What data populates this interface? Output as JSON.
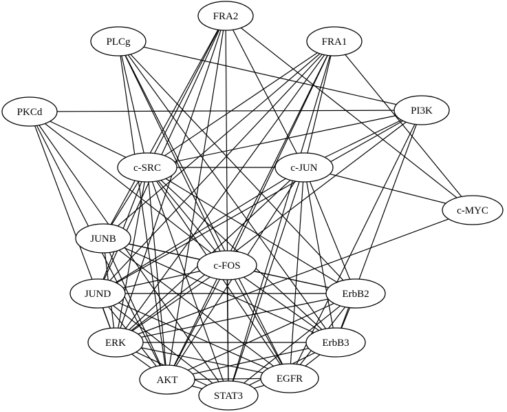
{
  "nodes": [
    {
      "id": "FRA2",
      "label": "FRA2"
    },
    {
      "id": "PLCg",
      "label": "PLCg"
    },
    {
      "id": "FRA1",
      "label": "FRA1"
    },
    {
      "id": "PKCd",
      "label": "PKCd"
    },
    {
      "id": "PI3K",
      "label": "PI3K"
    },
    {
      "id": "c-SRC",
      "label": "c-SRC"
    },
    {
      "id": "c-JUN",
      "label": "c-JUN"
    },
    {
      "id": "c-MYC",
      "label": "c-MYC"
    },
    {
      "id": "JUNB",
      "label": "JUNB"
    },
    {
      "id": "c-FOS",
      "label": "c-FOS"
    },
    {
      "id": "JUND",
      "label": "JUND"
    },
    {
      "id": "ErbB2",
      "label": "ErbB2"
    },
    {
      "id": "ERK",
      "label": "ERK"
    },
    {
      "id": "ErbB3",
      "label": "ErbB3"
    },
    {
      "id": "AKT",
      "label": "AKT"
    },
    {
      "id": "EGFR",
      "label": "EGFR"
    },
    {
      "id": "STAT3",
      "label": "STAT3"
    }
  ],
  "edges": [
    [
      "FRA2",
      "c-JUN"
    ],
    [
      "FRA2",
      "c-MYC"
    ],
    [
      "FRA2",
      "c-SRC"
    ],
    [
      "FRA2",
      "JUNB"
    ],
    [
      "FRA2",
      "JUND"
    ],
    [
      "FRA2",
      "ERK"
    ],
    [
      "FRA2",
      "AKT"
    ],
    [
      "FRA2",
      "STAT3"
    ],
    [
      "FRA1",
      "c-SRC"
    ],
    [
      "FRA1",
      "c-JUN"
    ],
    [
      "FRA1",
      "c-FOS"
    ],
    [
      "FRA1",
      "JUNB"
    ],
    [
      "FRA1",
      "JUND"
    ],
    [
      "FRA1",
      "ERK"
    ],
    [
      "FRA1",
      "AKT"
    ],
    [
      "FRA1",
      "STAT3"
    ],
    [
      "FRA1",
      "c-MYC"
    ],
    [
      "PLCg",
      "PI3K"
    ],
    [
      "PLCg",
      "c-SRC"
    ],
    [
      "PLCg",
      "c-FOS"
    ],
    [
      "PLCg",
      "ErbB2"
    ],
    [
      "PLCg",
      "ErbB3"
    ],
    [
      "PLCg",
      "EGFR"
    ],
    [
      "PLCg",
      "AKT"
    ],
    [
      "PKCd",
      "PI3K"
    ],
    [
      "PKCd",
      "c-SRC"
    ],
    [
      "PKCd",
      "c-FOS"
    ],
    [
      "PKCd",
      "ERK"
    ],
    [
      "PKCd",
      "AKT"
    ],
    [
      "PKCd",
      "STAT3"
    ],
    [
      "PI3K",
      "c-SRC"
    ],
    [
      "PI3K",
      "c-JUN"
    ],
    [
      "PI3K",
      "ERK"
    ],
    [
      "PI3K",
      "EGFR"
    ],
    [
      "PI3K",
      "JUND"
    ],
    [
      "PI3K",
      "ErbB3"
    ],
    [
      "c-SRC",
      "c-JUN"
    ],
    [
      "c-SRC",
      "c-FOS"
    ],
    [
      "c-SRC",
      "ErbB2"
    ],
    [
      "c-SRC",
      "ErbB3"
    ],
    [
      "c-SRC",
      "EGFR"
    ],
    [
      "c-SRC",
      "STAT3"
    ],
    [
      "c-SRC",
      "AKT"
    ],
    [
      "c-SRC",
      "ERK"
    ],
    [
      "c-SRC",
      "JUNB"
    ],
    [
      "c-SRC",
      "JUND"
    ],
    [
      "c-JUN",
      "c-MYC"
    ],
    [
      "c-JUN",
      "ErbB2"
    ],
    [
      "c-JUN",
      "ErbB3"
    ],
    [
      "c-JUN",
      "EGFR"
    ],
    [
      "c-JUN",
      "ERK"
    ],
    [
      "c-JUN",
      "AKT"
    ],
    [
      "c-JUN",
      "STAT3"
    ],
    [
      "c-JUN",
      "JUND"
    ],
    [
      "c-MYC",
      "ERK"
    ],
    [
      "JUNB",
      "c-FOS"
    ],
    [
      "JUNB",
      "ErbB2"
    ],
    [
      "JUNB",
      "ErbB3"
    ],
    [
      "JUNB",
      "ERK"
    ],
    [
      "JUNB",
      "AKT"
    ],
    [
      "JUNB",
      "EGFR"
    ],
    [
      "c-FOS",
      "JUND"
    ],
    [
      "c-FOS",
      "ErbB2"
    ],
    [
      "c-FOS",
      "ErbB3"
    ],
    [
      "c-FOS",
      "EGFR"
    ],
    [
      "c-FOS",
      "STAT3"
    ],
    [
      "c-FOS",
      "AKT"
    ],
    [
      "c-FOS",
      "ERK"
    ],
    [
      "JUND",
      "ErbB2"
    ],
    [
      "JUND",
      "ERK"
    ],
    [
      "JUND",
      "AKT"
    ],
    [
      "JUND",
      "STAT3"
    ],
    [
      "JUND",
      "EGFR"
    ],
    [
      "ErbB2",
      "ErbB3"
    ],
    [
      "ErbB2",
      "EGFR"
    ],
    [
      "ErbB2",
      "ERK"
    ],
    [
      "ErbB2",
      "AKT"
    ],
    [
      "ErbB2",
      "STAT3"
    ],
    [
      "ERK",
      "ErbB3"
    ],
    [
      "ERK",
      "EGFR"
    ],
    [
      "ERK",
      "AKT"
    ],
    [
      "ERK",
      "STAT3"
    ],
    [
      "ErbB3",
      "EGFR"
    ],
    [
      "ErbB3",
      "AKT"
    ],
    [
      "ErbB3",
      "STAT3"
    ],
    [
      "AKT",
      "STAT3"
    ],
    [
      "AKT",
      "EGFR"
    ],
    [
      "STAT3",
      "EGFR"
    ]
  ]
}
